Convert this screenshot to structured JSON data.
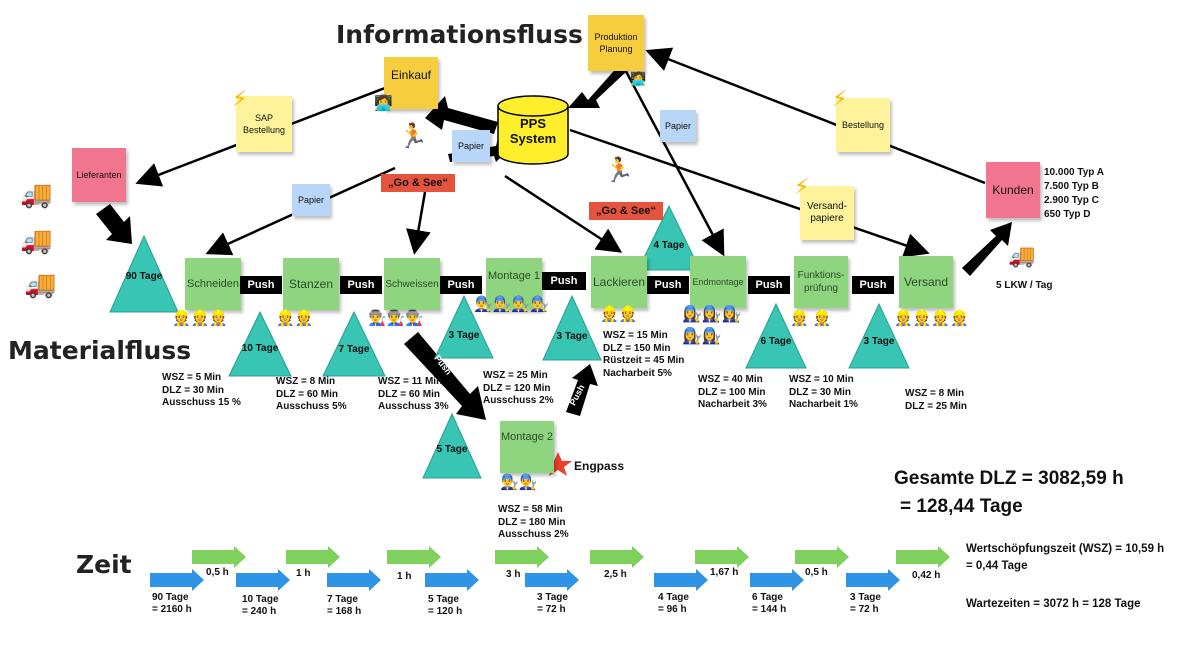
{
  "headings": {
    "informationsfluss": "Informationsfluss",
    "materialfluss": "Materialfluss",
    "zeit": "Zeit"
  },
  "notes": {
    "produktion_planung": "Produktion Planung",
    "einkauf": "Einkauf",
    "pps_system": "PPS System",
    "sap_bestellung": "SAP Bestellung",
    "papier_1": "Papier",
    "papier_2": "Papier",
    "papier_3": "Papier",
    "bestellung": "Bestellung",
    "lieferanten": "Lieferanten",
    "versandpapiere": "Versand-papiere",
    "kunden": "Kunden",
    "go_see_1": "„Go & See“",
    "go_see_2": "„Go & See“",
    "engpass": "Engpass"
  },
  "customer_demand": [
    "10.000 Typ A",
    "7.500 Typ B",
    "2.900 Typ C",
    "650 Typ D"
  ],
  "lkw": "5 LKW / Tag",
  "processes": [
    {
      "name": "Schneiden",
      "stats": "WSZ = 5 Min\nDLZ = 30 Min\nAusschuss 15 %"
    },
    {
      "name": "Stanzen",
      "stats": "WSZ = 8 Min\nDLZ = 60 Min\nAusschuss 5%"
    },
    {
      "name": "Schweissen",
      "stats": "WSZ = 11 Min\nDLZ = 60 Min\nAusschuss 3%"
    },
    {
      "name": "Montage 1",
      "stats": "WSZ = 25 Min\nDLZ = 120 Min\nAusschuss 2%"
    },
    {
      "name": "Lackieren",
      "stats": "WSZ = 15 Min\nDLZ = 150 Min\nRüstzeit = 45 Min\nNacharbeit 5%"
    },
    {
      "name": "Endmontage",
      "stats": "WSZ = 40 Min\nDLZ = 100 Min\nNacharbeit 3%"
    },
    {
      "name": "Funktions-prüfung",
      "stats": "WSZ = 10 Min\nDLZ = 30 Min\nNacharbeit 1%"
    },
    {
      "name": "Versand",
      "stats": "WSZ = 8 Min\nDLZ = 25 Min"
    },
    {
      "name": "Montage 2",
      "stats": "WSZ = 58 Min\nDLZ = 180 Min\nAusschuss 2%"
    }
  ],
  "push_label": "Push",
  "inventories": [
    "90 Tage",
    "10 Tage",
    "7 Tage",
    "3 Tage",
    "3 Tage",
    "4 Tage",
    "6 Tage",
    "3 Tage",
    "5 Tage"
  ],
  "timeline": {
    "green": [
      "0,5 h",
      "1 h",
      "1 h",
      "3 h",
      "2,5 h",
      "1,67 h",
      "0,5 h",
      "0,42 h"
    ],
    "blue": [
      "90 Tage\n= 2160 h",
      "10 Tage\n= 240 h",
      "7 Tage\n= 168 h",
      "5 Tage\n= 120 h",
      "3 Tage\n= 72 h",
      "4 Tage\n= 96 h",
      "6 Tage\n= 144 h",
      "3 Tage\n= 72 h"
    ]
  },
  "summary": {
    "gesamt_line1": "Gesamte DLZ = 3082,59 h",
    "gesamt_line2": "= 128,44 Tage",
    "wsz_line1": "Wertschöpfungszeit (WSZ) = 10,59 h",
    "wsz_line2": "= 0,44 Tage",
    "warte": "Wartezeiten = 3072 h = 128 Tage"
  },
  "colors": {
    "triangle": "#38c5b3",
    "process": "#8fd57f",
    "green_arrow": "#7fd05c",
    "blue_arrow": "#2f93e6",
    "gold": "#f6cd3d",
    "star": "#e8412c"
  }
}
